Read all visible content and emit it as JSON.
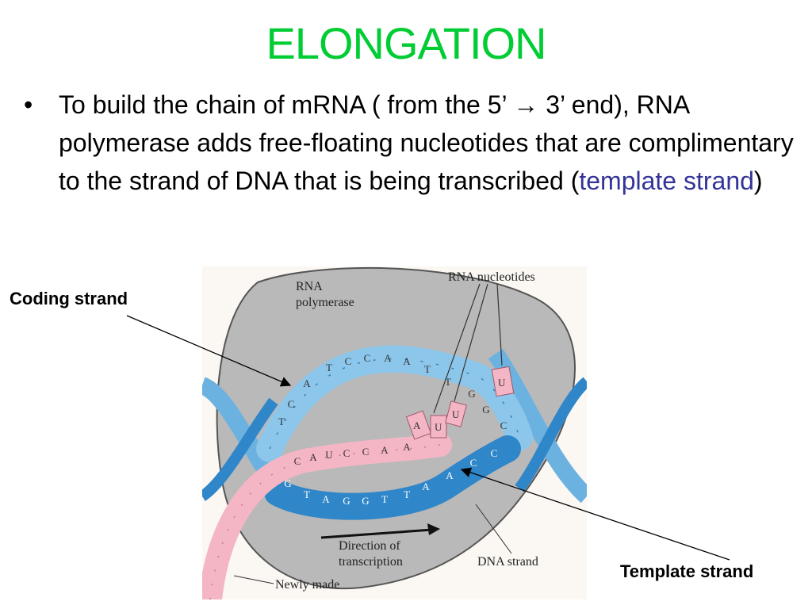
{
  "slide": {
    "title": "ELONGATION",
    "bullet": {
      "text_before": "To build the chain of mRNA ( from the 5’ ",
      "arrow": "→",
      "text_middle": " 3’ end), RNA polymerase adds free-floating nucleotides that are complimentary to the strand of DNA that is being transcribed (",
      "highlight": "template strand",
      "text_after": ")"
    },
    "callouts": {
      "coding": "Coding strand",
      "template": "Template strand"
    },
    "colors": {
      "title": "#00cc33",
      "highlight": "#333399",
      "polymerase": "#b9b9b9",
      "dna_light": "#8cc6ea",
      "dna_dark": "#2f86c8",
      "rna": "#f4b6c4"
    }
  },
  "figure": {
    "labels": {
      "polymerase_1": "RNA",
      "polymerase_2": "polymerase",
      "nucleotides": "RNA nucleotides",
      "direction_1": "Direction of",
      "direction_2": "transcription",
      "dna_strand": "DNA strand",
      "newly_made": "Newly made"
    },
    "coding_bases": [
      "T",
      "C",
      "A",
      "T",
      "C",
      "C",
      "A",
      "A",
      "T",
      "T",
      "G",
      "G",
      "C"
    ],
    "rna_bases": [
      "C",
      "A",
      "U",
      "C",
      "C",
      "A",
      "A"
    ],
    "free_nucleotides": [
      "A",
      "U",
      "U",
      "U"
    ],
    "template_bases": [
      "G",
      "T",
      "A",
      "G",
      "G",
      "T",
      "T",
      "A",
      "A",
      "C",
      "C"
    ]
  }
}
